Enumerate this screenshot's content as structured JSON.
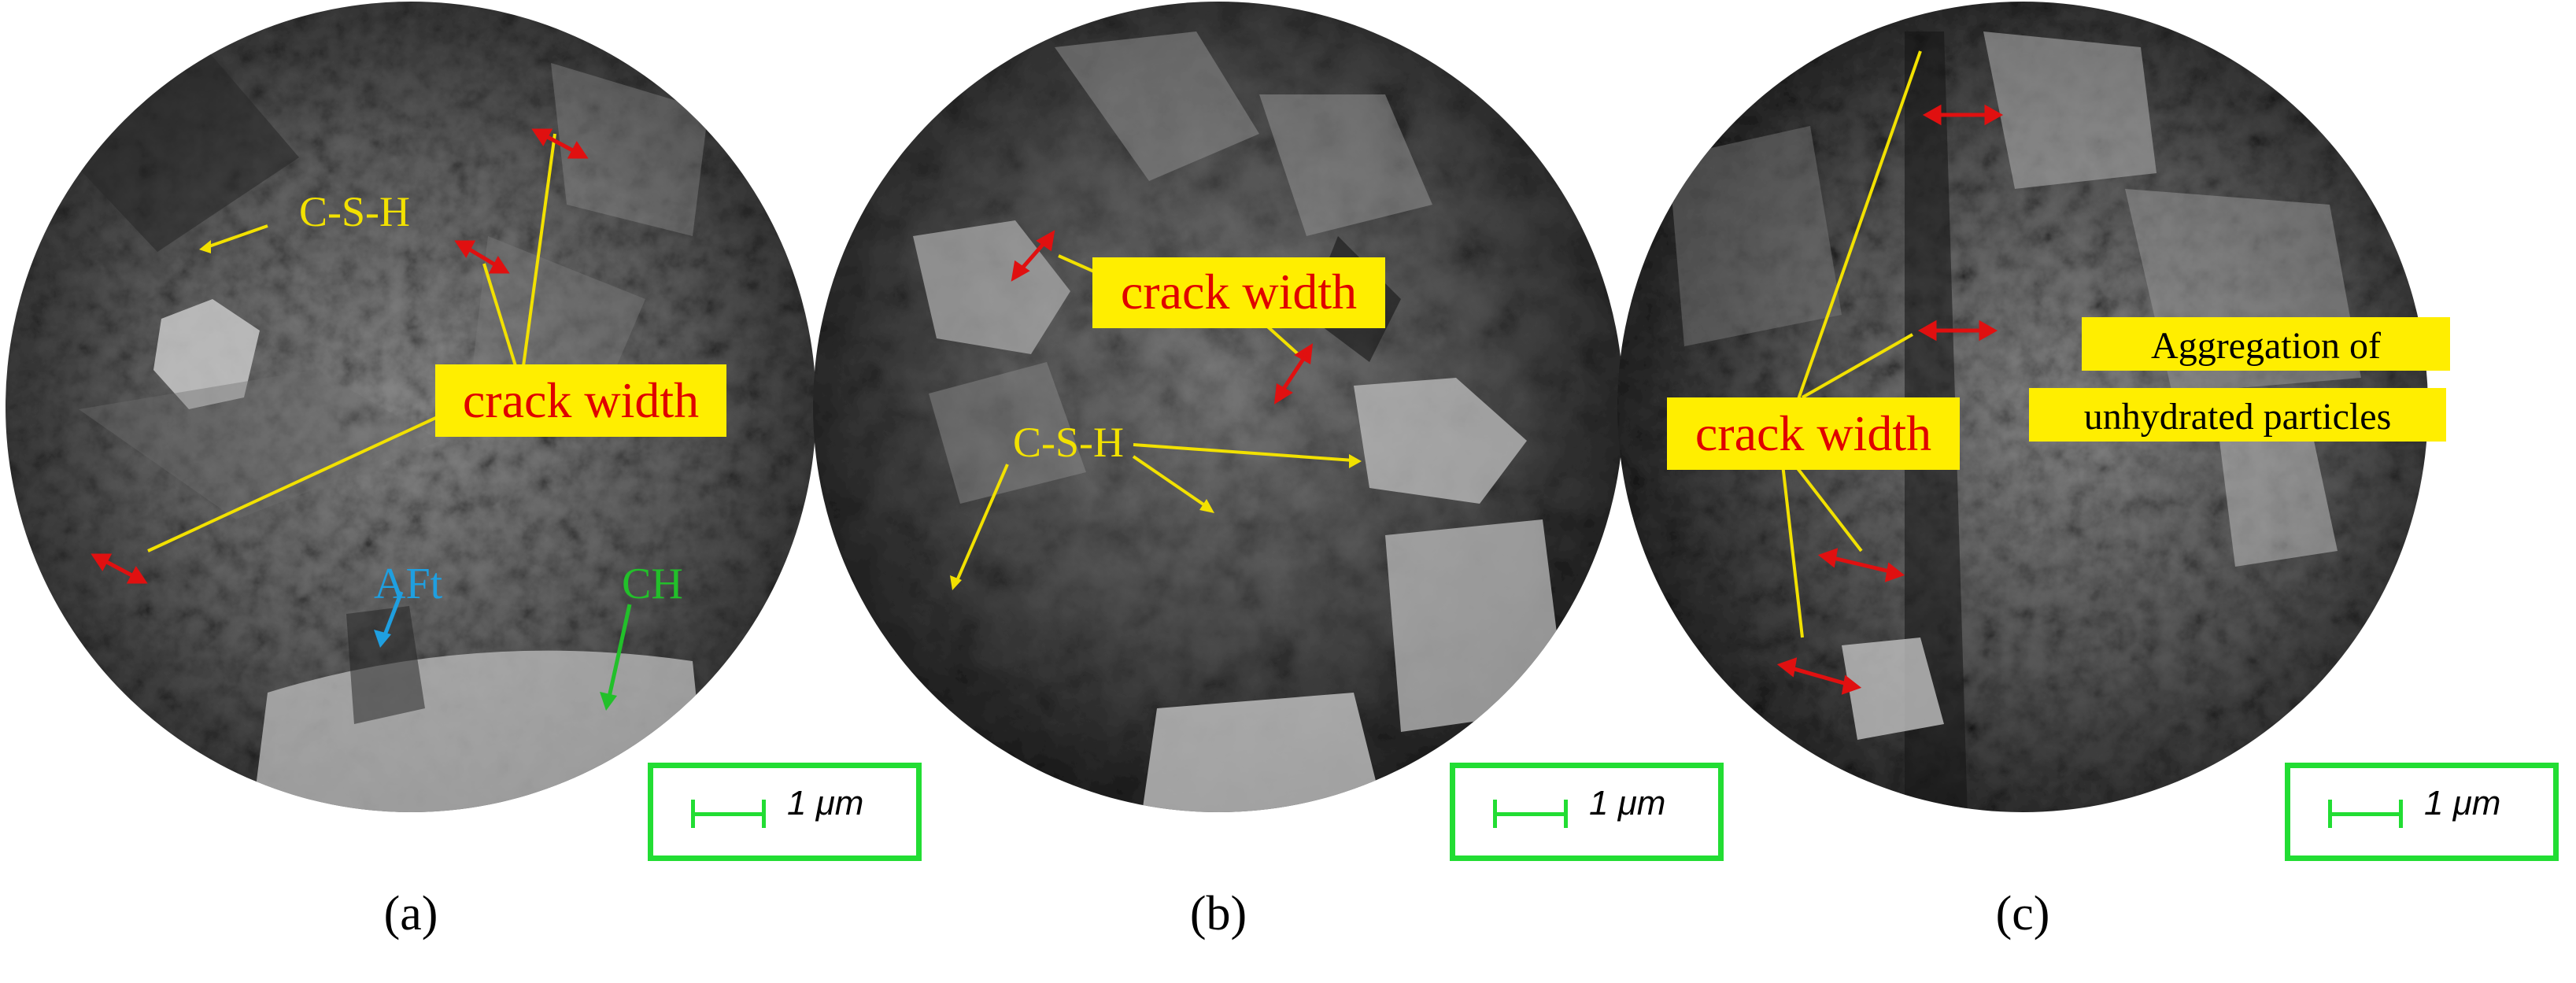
{
  "panels": [
    {
      "id": "a",
      "caption": "(a)",
      "scale_label": "1 μm",
      "labels": {
        "csh": "C-S-H",
        "crack": "crack width",
        "aft": "AFt",
        "ch": "CH"
      }
    },
    {
      "id": "b",
      "caption": "(b)",
      "scale_label": "1 μm",
      "labels": {
        "crack": "crack width",
        "csh": "C-S-H"
      }
    },
    {
      "id": "c",
      "caption": "(c)",
      "scale_label": "1 μm",
      "labels": {
        "crack": "crack width",
        "aggregation_line1": "Aggregation of",
        "aggregation_line2": "unhydrated particles"
      }
    }
  ],
  "colors": {
    "annotation_yellow": "#f2e100",
    "crack_label_text": "#e00000",
    "crack_label_bg": "#ffee00",
    "arrow_red": "#e01010",
    "aft_blue": "#1f9fe0",
    "ch_green": "#22c02a",
    "scalebar_green": "#22dd33"
  }
}
